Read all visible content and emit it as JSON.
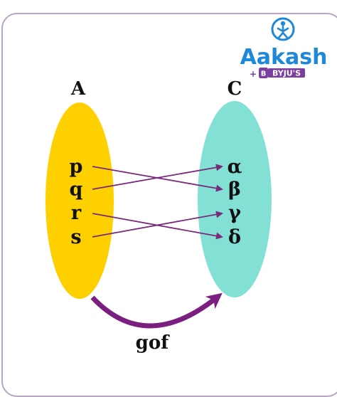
{
  "colors": {
    "set_a_fill": "#ffd000",
    "set_c_fill": "#82e0d4",
    "mapping_arrow": "#7a2a7a",
    "composition_arrow": "#7b1f7f",
    "brand_blue": "#1e88d9",
    "byjus_purple": "#7b3fa0",
    "frame_border": "#b9a6c6"
  },
  "set_a": {
    "label": "A",
    "elements": [
      "p",
      "q",
      "r",
      "s"
    ]
  },
  "set_c": {
    "label": "C",
    "elements": [
      "α",
      "β",
      "γ",
      "δ"
    ]
  },
  "mappings": [
    {
      "from": "p",
      "to": "β"
    },
    {
      "from": "q",
      "to": "α"
    },
    {
      "from": "r",
      "to": "δ"
    },
    {
      "from": "s",
      "to": "γ"
    }
  ],
  "composition": {
    "label": "gof"
  },
  "brand": {
    "name": "Aakash",
    "partner": "BYJU'S",
    "icon": "aakash-figure-icon"
  }
}
